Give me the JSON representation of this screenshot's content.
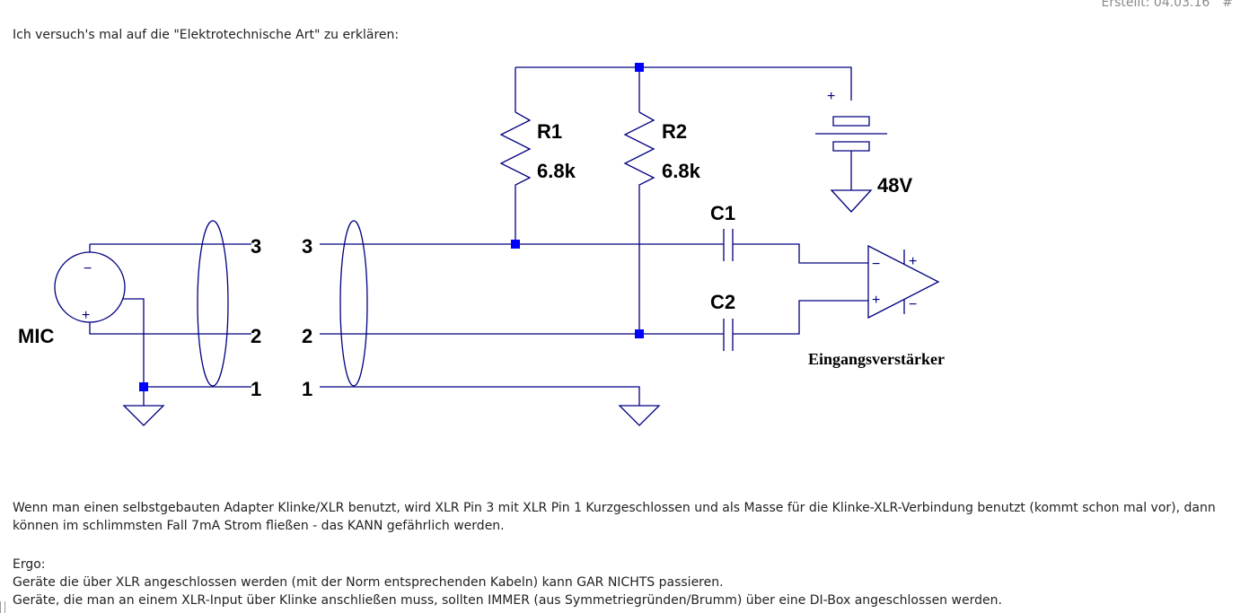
{
  "post": {
    "meta_created": "Erstellt: 04.03.16",
    "meta_hash": "#",
    "intro": "Ich versuch's mal auf die \"Elektrotechnische Art\" zu erklären:",
    "para1_line1": "Wenn man einen selbstgebauten Adapter Klinke/XLR benutzt, wird XLR Pin 3 mit XLR Pin 1 Kurzgeschlossen und als Masse für die Klinke-XLR-Verbindung benutzt (kommt schon mal vor), dann",
    "para1_line2": "können im schlimmsten Fall 7mA Strom fließen - das KANN gefährlich werden.",
    "para2_line1": "Ergo:",
    "para2_line2": "Geräte die über XLR angeschlossen werden (mit der Norm entsprechenden Kabeln) kann GAR NICHTS passieren.",
    "para2_line3": "Geräte, die man an einem XLR-Input über Klinke anschließen muss, sollten IMMER (aus Symmetriegründen/Brumm) über eine DI-Box angeschlossen werden."
  },
  "schematic": {
    "mic_label": "MIC",
    "r1_name": "R1",
    "r1_value": "6.8k",
    "r2_name": "R2",
    "r2_value": "6.8k",
    "battery_voltage": "48V",
    "battery_plus": "+",
    "c1_name": "C1",
    "c2_name": "C2",
    "amp_label": "Eingangsverstärker",
    "left_pins": [
      "3",
      "2",
      "1"
    ],
    "right_pins": [
      "3",
      "2",
      "1"
    ],
    "mic_minus": "−",
    "mic_plus": "+",
    "amp_minus": "−",
    "amp_plus": "+",
    "amp_supply_plus": "+",
    "amp_supply_minus": "−",
    "colors": {
      "wire": "#000080",
      "junction": "#0000ff",
      "label": "#000000"
    }
  }
}
